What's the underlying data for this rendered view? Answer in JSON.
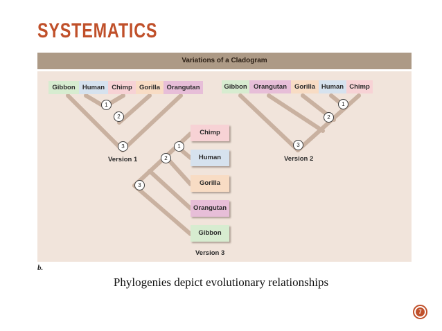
{
  "slide": {
    "title": "SYSTEMATICS",
    "caption": "Phylogenies depict evolutionary relationships",
    "figure_letter": "b.",
    "page_number": "7",
    "accent_color": "#c0502a"
  },
  "figure": {
    "header": "Variations of a Cladogram",
    "colors": {
      "Gibbon": "#d7ecd0",
      "Human": "#d6e2ee",
      "Chimp": "#f7d2d5",
      "Gorilla": "#f8dcc4",
      "Orangutan": "#e7bed8",
      "branch": "#c9b1a0"
    },
    "version1": {
      "label": "Version 1",
      "taxa": [
        "Gibbon",
        "Human",
        "Chimp",
        "Gorilla",
        "Orangutan"
      ],
      "nodes": [
        "1",
        "2",
        "3"
      ]
    },
    "version2": {
      "label": "Version 2",
      "taxa": [
        "Gibbon",
        "Orangutan",
        "Gorilla",
        "Human",
        "Chimp"
      ],
      "nodes": [
        "1",
        "2",
        "3"
      ]
    },
    "version3": {
      "label": "Version 3",
      "taxa": [
        "Chimp",
        "Human",
        "Gorilla",
        "Orangutan",
        "Gibbon"
      ],
      "nodes": [
        "1",
        "2",
        "3"
      ]
    }
  }
}
